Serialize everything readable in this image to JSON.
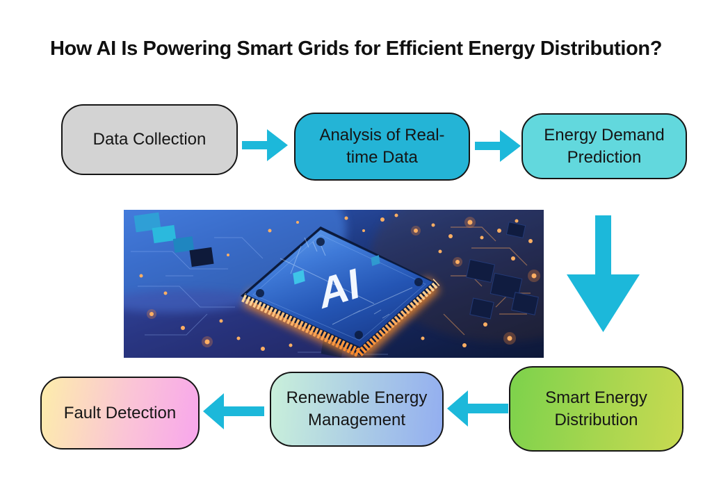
{
  "title": "How AI Is Powering Smart Grids for Efficient Energy Distribution?",
  "flow": {
    "arrow_color": "#1cb8da",
    "boxes": [
      {
        "id": "data-collection",
        "label": "Data Collection",
        "fill": "#d3d3d3"
      },
      {
        "id": "analysis-of-realtime-data",
        "label": "Analysis of Real-time Data",
        "fill": "#24b4d6"
      },
      {
        "id": "energy-demand-prediction",
        "label": "Energy Demand Prediction",
        "fill": "#62d8dd"
      },
      {
        "id": "smart-energy-distribution",
        "label": "Smart Energy Distribution",
        "fill_gradient": [
          "#7cd24c",
          "#c8da51"
        ]
      },
      {
        "id": "renewable-energy-management",
        "label": "Renewable Energy Management",
        "fill_gradient": [
          "#c9f0da",
          "#93aef0"
        ]
      },
      {
        "id": "fault-detection",
        "label": "Fault Detection",
        "fill_gradient": [
          "#fdedab",
          "#f8a6ec"
        ]
      }
    ]
  },
  "image": {
    "chip_label": "AI"
  }
}
